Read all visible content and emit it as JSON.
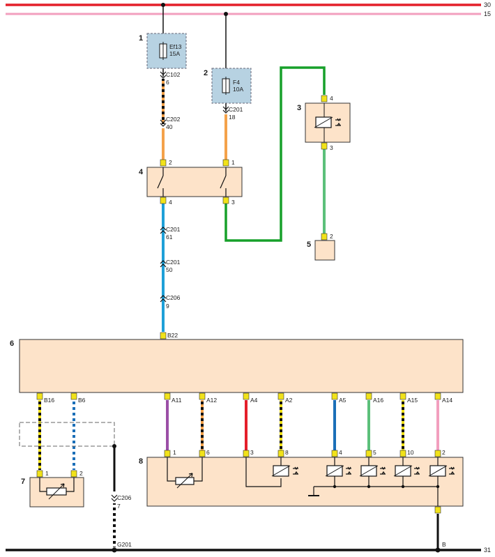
{
  "rails": {
    "r30": {
      "label": "30",
      "color": "#e41f2a"
    },
    "r15": {
      "label": "15",
      "color": "#f29fbe"
    },
    "r31": {
      "label": "31",
      "color": "#111111"
    }
  },
  "components": [
    {
      "id": "fuse-ef13",
      "number": "1",
      "lines": [
        "Ef13",
        "15A"
      ]
    },
    {
      "id": "fuse-f4",
      "number": "2",
      "lines": [
        "F4",
        "10A"
      ]
    },
    {
      "id": "relay-3",
      "number": "3"
    },
    {
      "id": "switch-4",
      "number": "4"
    },
    {
      "id": "device-5",
      "number": "5"
    },
    {
      "id": "control-unit-6",
      "number": "6"
    },
    {
      "id": "sensor-7",
      "number": "7"
    },
    {
      "id": "unit-8",
      "number": "8"
    }
  ],
  "connectors": {
    "c102": [
      "C102",
      "6"
    ],
    "c202": [
      "C202",
      "40"
    ],
    "c201a": [
      "C201",
      "18"
    ],
    "c201b": [
      "C201",
      "61"
    ],
    "c201c": [
      "C201",
      "50"
    ],
    "c206a": [
      "C206",
      "9"
    ],
    "c206b": [
      "C206",
      "7"
    ],
    "g201": [
      "G201"
    ]
  },
  "pins": {
    "relay3_top": "4",
    "relay3_bottom": "3",
    "sw4_p2": "2",
    "sw4_p1": "1",
    "sw4_p4": "4",
    "sw4_p3": "3",
    "dev5_p2": "2",
    "ecu_b22": "B22",
    "ecu_b16": "B16",
    "ecu_b6": "B6",
    "ecu_a11": "A11",
    "ecu_a12": "A12",
    "ecu_a4": "A4",
    "ecu_a2": "A2",
    "ecu_a5": "A5",
    "ecu_a16": "A16",
    "ecu_a15": "A15",
    "ecu_a14": "A14",
    "s7_p1": "1",
    "s7_p2": "2",
    "u8_p1": "1",
    "u8_p6": "6",
    "u8_p3": "3",
    "u8_p8": "8",
    "u8_p4": "4",
    "u8_p5": "5",
    "u8_p10": "10",
    "u8_p2": "2",
    "ground_b": "B"
  },
  "wire_colors": {
    "black": "#111111",
    "orange": "#f4a24a",
    "green_dark": "#17a02a",
    "green_light": "#5cc07a",
    "blue": "#1ea0d8",
    "yellow": "#f1e21a",
    "purple": "#9b4fa6",
    "red": "#e41f2a",
    "blue_dark": "#1b6fb8",
    "pink": "#f29fbe"
  }
}
